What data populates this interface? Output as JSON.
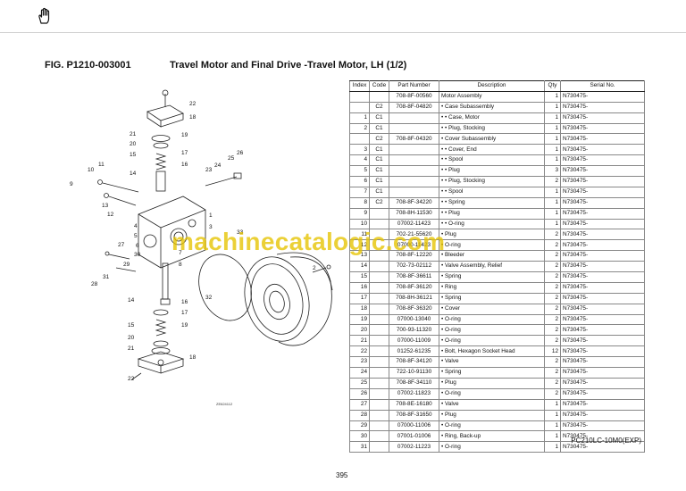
{
  "header": {
    "figure": "FIG. P1210-003001",
    "title": "Travel Motor and Final Drive  -Travel Motor, LH (1/2)"
  },
  "diagram": {
    "ref_label": "ZE624112",
    "callouts": [
      "22",
      "18",
      "21",
      "20",
      "19",
      "17",
      "16",
      "15",
      "14",
      "13",
      "12",
      "11",
      "10",
      "9",
      "23",
      "24",
      "25",
      "26",
      "33",
      "2",
      "32",
      "1",
      "3",
      "4",
      "5",
      "6",
      "7",
      "8",
      "27",
      "28",
      "29",
      "30",
      "31",
      "14",
      "15",
      "16",
      "17",
      "19",
      "20",
      "21",
      "22",
      "18"
    ]
  },
  "table": {
    "columns": [
      "Index",
      "Code",
      "Part Number",
      "Description",
      "Qty",
      "Serial No."
    ],
    "rows": [
      [
        "",
        "",
        "708-8F-00560",
        "Motor Assembly",
        "1",
        "N730475-"
      ],
      [
        "",
        "C2",
        "708-8F-04820",
        "• Case Subassembly",
        "1",
        "N730475-"
      ],
      [
        "1",
        "C1",
        "",
        "• • Case, Motor",
        "1",
        "N730475-"
      ],
      [
        "2",
        "C1",
        "",
        "• • Plug, Stocking",
        "1",
        "N730475-"
      ],
      [
        "",
        "C2",
        "708-8F-04320",
        "• Cover Subassembly",
        "1",
        "N730475-"
      ],
      [
        "3",
        "C1",
        "",
        "• • Cover, End",
        "1",
        "N730475-"
      ],
      [
        "4",
        "C1",
        "",
        "• • Spool",
        "1",
        "N730475-"
      ],
      [
        "5",
        "C1",
        "",
        "• • Plug",
        "3",
        "N730475-"
      ],
      [
        "6",
        "C1",
        "",
        "• • Plug, Stocking",
        "2",
        "N730475-"
      ],
      [
        "7",
        "C1",
        "",
        "• • Spool",
        "1",
        "N730475-"
      ],
      [
        "8",
        "C2",
        "708-8F-34220",
        "• • Spring",
        "1",
        "N730475-"
      ],
      [
        "9",
        "",
        "708-8H-11530",
        "• • Plug",
        "1",
        "N730475-"
      ],
      [
        "10",
        "",
        "07002-11423",
        "• • O-ring",
        "1",
        "N730475-"
      ],
      [
        "11",
        "",
        "702-21-55620",
        "• Plug",
        "2",
        "N730475-"
      ],
      [
        "12",
        "",
        "07000-11423",
        "• O-ring",
        "2",
        "N730475-"
      ],
      [
        "13",
        "",
        "708-8F-12220",
        "• Bleeder",
        "2",
        "N730475-"
      ],
      [
        "14",
        "",
        "702-73-02112",
        "• Valve Assembly, Relief",
        "2",
        "N730475-"
      ],
      [
        "15",
        "",
        "708-8F-36611",
        "• Spring",
        "2",
        "N730475-"
      ],
      [
        "16",
        "",
        "708-8F-36120",
        "• Ring",
        "2",
        "N730475-"
      ],
      [
        "17",
        "",
        "708-8H-36121",
        "• Spring",
        "2",
        "N730475-"
      ],
      [
        "18",
        "",
        "708-8F-36320",
        "• Cover",
        "2",
        "N730475-"
      ],
      [
        "19",
        "",
        "07000-13040",
        "• O-ring",
        "2",
        "N730475-"
      ],
      [
        "20",
        "",
        "700-93-11320",
        "• O-ring",
        "2",
        "N730475-"
      ],
      [
        "21",
        "",
        "07000-11009",
        "• O-ring",
        "2",
        "N730475-"
      ],
      [
        "22",
        "",
        "01252-61235",
        "• Bolt, Hexagon Socket Head",
        "12",
        "N730475-"
      ],
      [
        "23",
        "",
        "708-8F-34120",
        "• Valve",
        "2",
        "N730475-"
      ],
      [
        "24",
        "",
        "722-10-91130",
        "• Spring",
        "2",
        "N730475-"
      ],
      [
        "25",
        "",
        "708-8F-34110",
        "• Plug",
        "2",
        "N730475-"
      ],
      [
        "26",
        "",
        "07002-11823",
        "• O-ring",
        "2",
        "N730475-"
      ],
      [
        "27",
        "",
        "708-8E-16180",
        "• Valve",
        "1",
        "N730475-"
      ],
      [
        "28",
        "",
        "708-8F-31650",
        "• Plug",
        "1",
        "N730475-"
      ],
      [
        "29",
        "",
        "07000-11006",
        "• O-ring",
        "1",
        "N730475-"
      ],
      [
        "30",
        "",
        "07001-01006",
        "• Ring, Back-up",
        "1",
        "N730475-"
      ],
      [
        "31",
        "",
        "07002-11223",
        "• O-ring",
        "1",
        "N730475-"
      ]
    ]
  },
  "footer": {
    "model": "PC210LC-10M0(EXP)",
    "page": "395"
  },
  "watermark": "machinecatalogic.com"
}
